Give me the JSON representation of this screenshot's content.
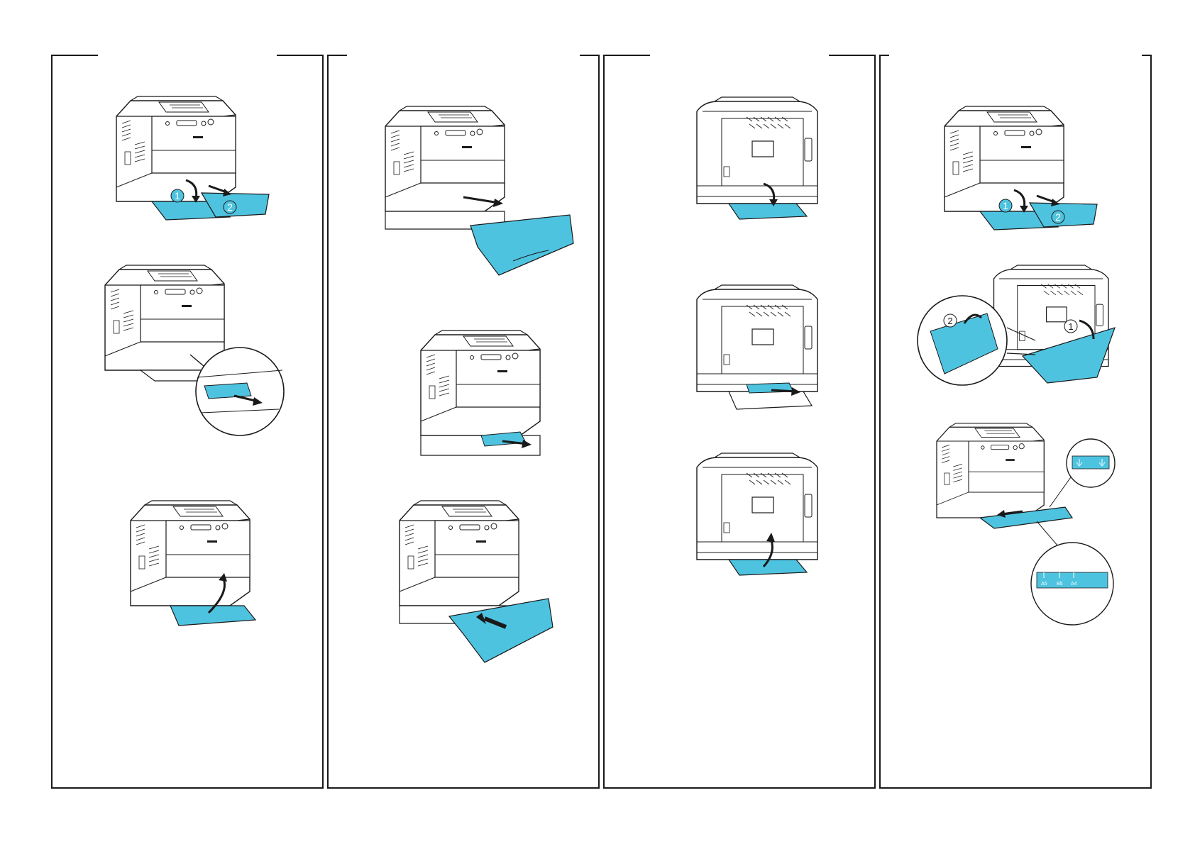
{
  "panels": [
    {
      "id": "panel-1"
    },
    {
      "id": "panel-2"
    },
    {
      "id": "panel-3"
    },
    {
      "id": "panel-4"
    }
  ],
  "callouts": {
    "step_one": "1",
    "step_two": "2",
    "size_a5": "A5",
    "size_b5": "B5",
    "size_a4": "A4"
  },
  "colors": {
    "accent": "#4ec3e0",
    "line": "#1a1a1a",
    "paper": "#ffffff"
  },
  "icons": [
    "printer-front-icon",
    "printer-rear-icon",
    "arrow-icon",
    "magnifier-callout-icon"
  ]
}
